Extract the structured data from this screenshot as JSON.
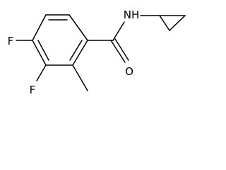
{
  "molecule": {
    "atoms": {
      "F_upper": "F",
      "F_lower": "F",
      "O": "O",
      "NH": "NH"
    }
  }
}
